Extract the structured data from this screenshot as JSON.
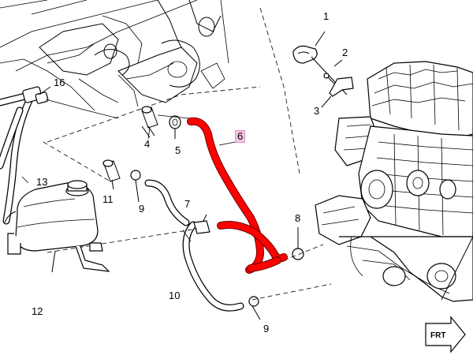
{
  "callouts": {
    "c1": "1",
    "c2": "2",
    "c3": "3",
    "c4": "4",
    "c5": "5",
    "c6": "6",
    "c7": "7",
    "c8": "8",
    "c9a": "9",
    "c9b": "9",
    "c10": "10",
    "c11": "11",
    "c12": "12",
    "c13": "13",
    "c16": "16"
  },
  "colors": {
    "highlight_hose": "#ff0000",
    "highlight_label_bg": "#f3c7e2"
  },
  "icons": {
    "front_arrow": "front-arrow-icon",
    "front_text": "FRT"
  }
}
